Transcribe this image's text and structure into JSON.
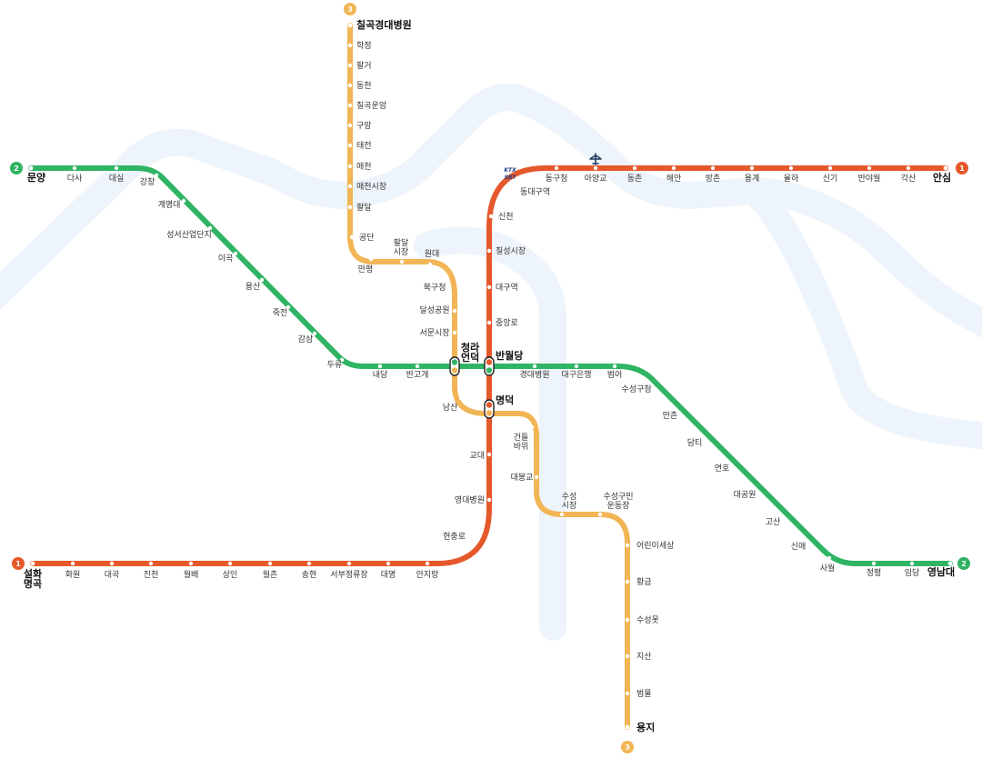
{
  "lines": [
    {
      "id": "1",
      "color": "#e5582b",
      "terminals": [
        "설화명곡",
        "안심"
      ],
      "stations": [
        "설화명곡",
        "화원",
        "대곡",
        "진천",
        "월배",
        "상인",
        "월촌",
        "송현",
        "서부정류장",
        "대명",
        "안지랑",
        "현충로",
        "영대병원",
        "교대",
        "명덕",
        "반월당",
        "중앙로",
        "대구역",
        "칠성시장",
        "신천",
        "동대구역",
        "동구청",
        "아양교",
        "동촌",
        "해안",
        "방촌",
        "용계",
        "율하",
        "신기",
        "반야월",
        "각산",
        "안심"
      ]
    },
    {
      "id": "2",
      "color": "#2fb464",
      "terminals": [
        "문양",
        "영남대"
      ],
      "stations": [
        "문양",
        "다사",
        "대실",
        "강창",
        "계명대",
        "성서산업단지",
        "이곡",
        "용산",
        "죽전",
        "감삼",
        "두류",
        "내당",
        "반고개",
        "청라언덕",
        "반월당",
        "경대병원",
        "대구은행",
        "범어",
        "수성구청",
        "만촌",
        "담티",
        "연호",
        "대공원",
        "고산",
        "신매",
        "사월",
        "정평",
        "임당",
        "영남대"
      ]
    },
    {
      "id": "3",
      "color": "#f2b555",
      "terminals": [
        "칠곡경대병원",
        "용지"
      ],
      "stations": [
        "칠곡경대병원",
        "학정",
        "팔거",
        "동천",
        "칠곡운암",
        "구암",
        "태전",
        "매천",
        "매천시장",
        "팔달",
        "공단",
        "만평",
        "팔달시장",
        "원대",
        "북구청",
        "달성공원",
        "서문시장",
        "청라언덕",
        "남산",
        "명덕",
        "건들바위",
        "대봉교",
        "수성시장",
        "수성구민운동장",
        "어린이세상",
        "황금",
        "수성못",
        "지산",
        "범물",
        "용지"
      ]
    }
  ],
  "transfers": [
    "청라언덕",
    "반월당",
    "명덕"
  ],
  "rail_logos": [
    "KTX",
    "SRT"
  ],
  "airport_icon": "airplane-icon"
}
